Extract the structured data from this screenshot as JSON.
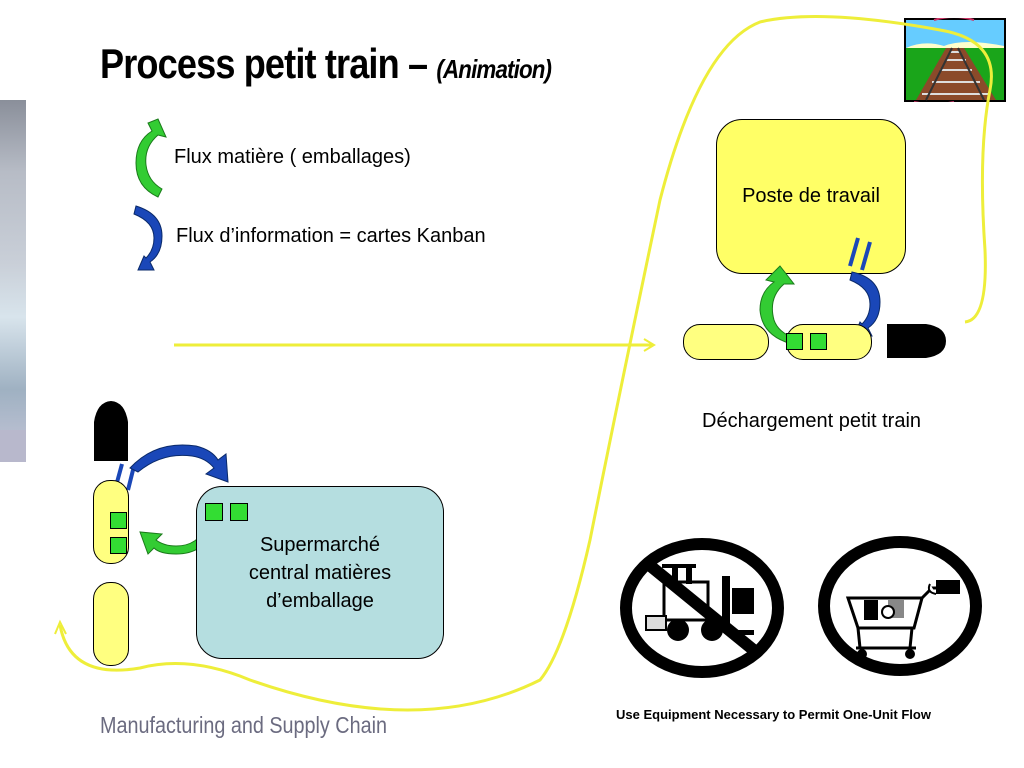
{
  "title": {
    "main": "Process petit train – ",
    "sub": "(Animation)"
  },
  "legend": {
    "material_flow": "Flux matière ( emballages)",
    "information_flow": "Flux d’information = cartes Kanban"
  },
  "nodes": {
    "workstation": "Poste de travail",
    "supermarket": [
      "Supermarché",
      "central matières",
      "d’emballage"
    ]
  },
  "captions": {
    "unloading": "Déchargement petit train",
    "equipment": "Use Equipment Necessary to Permit One-Unit Flow"
  },
  "footer": "Manufacturing and Supply Chain",
  "colors": {
    "track": "#eeee3a",
    "wagon": "#ffff80",
    "box_green": "#33dd33",
    "workstation": "#ffff66",
    "supermarket": "#b5dee0",
    "arrow_green": "#33cc33",
    "arrow_blue": "#1a47b8",
    "footer_text": "#6b6b80"
  },
  "icons": [
    "curved-green-arrow-icon",
    "curved-blue-arrow-icon",
    "railroad-icon",
    "no-forklift-icon",
    "no-cart-icon",
    "locomotive-icon",
    "kanban-card-icon"
  ]
}
